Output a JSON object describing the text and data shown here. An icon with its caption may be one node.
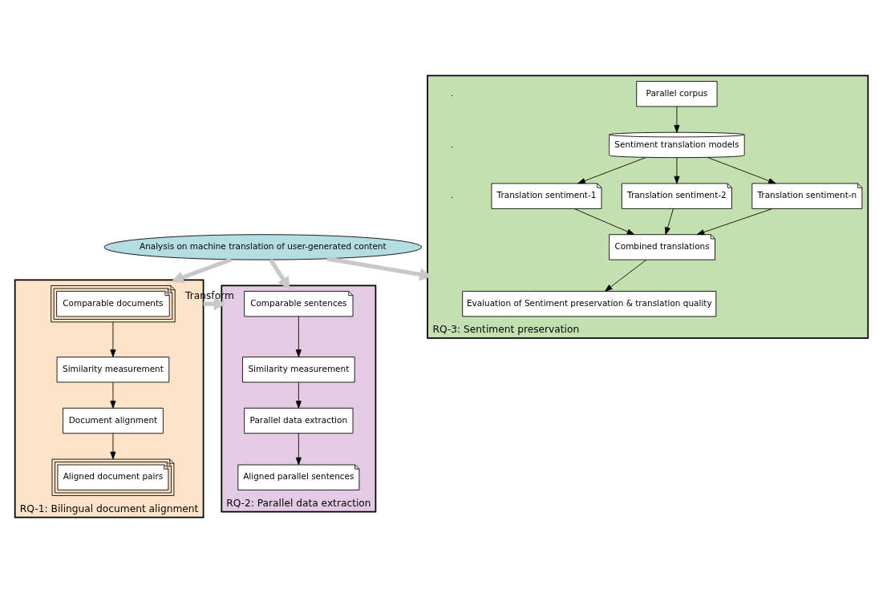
{
  "diagram": {
    "nodes": [
      {
        "text": [
          "RQ-1: Bilingual document alignment"
        ]
      },
      {
        "text": [
          "Comparable documents"
        ],
        "in": 0
      },
      {
        "text": [
          "Aligned document pairs"
        ],
        "in": 0
      },
      {
        "text": [
          "Similarity measurement"
        ],
        "in": 0
      },
      {
        "text": [
          "Document alignment"
        ],
        "in": 0
      },
      {
        "text": [
          "RQ-2: Parallel data extraction"
        ]
      },
      {
        "text": [
          "Comparable sentences"
        ],
        "in": 5
      },
      {
        "text": [
          "Aligned parallel sentences"
        ],
        "in": 5
      },
      {
        "text": [
          "Similarity measurement"
        ],
        "in": 5
      },
      {
        "text": [
          "Parallel data extraction"
        ],
        "in": 5
      },
      {
        "text": [
          "Analysis on machine translation of user-generated content"
        ]
      },
      {
        "text": [
          "RQ-3: Sentiment preservation"
        ]
      },
      {
        "text": [
          "Evaluation of Sentiment preservation & translation quality"
        ],
        "in": 11
      },
      {
        "text": [
          "Combined translations"
        ],
        "in": 11
      },
      {
        "text": [
          "Translation sentiment-1"
        ],
        "in": 11
      },
      {
        "text": [
          "Translation sentiment-2"
        ],
        "in": 11
      },
      {
        "text": [
          "Translation sentiment-n"
        ],
        "in": 11
      },
      {
        "text": [
          "Sentiment translation models"
        ],
        "in": 11
      },
      {
        "text": [
          "Parallel corpus"
        ],
        "in": 11
      }
    ],
    "edges": [
      {
        "from": 1,
        "to": 3,
        "arrow": "to"
      },
      {
        "from": 3,
        "to": 4,
        "arrow": "to"
      },
      {
        "from": 4,
        "to": 2,
        "arrow": "to"
      },
      {
        "from": 6,
        "to": 8,
        "arrow": "to"
      },
      {
        "from": 8,
        "to": 9,
        "arrow": "to"
      },
      {
        "from": 9,
        "to": 7,
        "arrow": "to"
      },
      {
        "from": 0,
        "to": 5,
        "arrow": "to",
        "label": "Transform",
        "style": "thick",
        "color": "#c8c8c8"
      },
      {
        "from": 10,
        "to": 0,
        "arrow": "to",
        "style": "thick",
        "color": "#c8c8c8"
      },
      {
        "from": 10,
        "to": 5,
        "arrow": "to",
        "style": "thick",
        "color": "#c8c8c8"
      },
      {
        "from": 10,
        "to": 11,
        "arrow": "to",
        "style": "thick",
        "color": "#c8c8c8"
      },
      {
        "from": 18,
        "to": 17,
        "arrow": "to"
      },
      {
        "from": 17,
        "to": 14,
        "arrow": "to"
      },
      {
        "from": 17,
        "to": 15,
        "arrow": "to"
      },
      {
        "from": 17,
        "to": 16,
        "arrow": "to"
      },
      {
        "from": 14,
        "to": 13,
        "arrow": "to"
      },
      {
        "from": 15,
        "to": 13,
        "arrow": "to"
      },
      {
        "from": 16,
        "to": 13,
        "arrow": "to"
      },
      {
        "from": 13,
        "to": 12,
        "arrow": "to"
      }
    ],
    "labels": [
      ".",
      ".",
      "."
    ]
  }
}
